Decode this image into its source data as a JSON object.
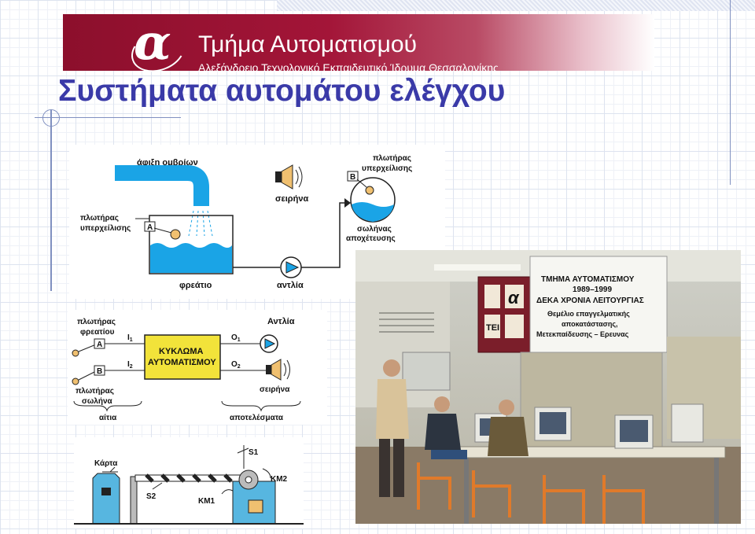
{
  "header": {
    "department": "Τμήμα Αυτοματισμού",
    "institution": "Αλεξάνδρειο Τεχνολογικό Εκπαιδευτικό Ίδρυμα Θεσσαλονίκης",
    "logo_letter": "α"
  },
  "slide": {
    "title": "Συστήματα αυτομάτου ελέγχου"
  },
  "diagram1": {
    "rain_inflow": "άφιξη ομβρίων",
    "siren": "σειρήνα",
    "float_overflow_b_line1": "πλωτήρας",
    "float_overflow_b_line2": "υπερχείλισης",
    "float_overflow_a_line1": "πλωτήρας",
    "float_overflow_a_line2": "υπερχείλισης",
    "drain_pipe_line1": "σωλήνας",
    "drain_pipe_line2": "αποχέτευσης",
    "pump": "αντλία",
    "sump": "φρεάτιο",
    "label_a": "A",
    "label_b": "B"
  },
  "diagram2": {
    "float_sump_line1": "πλωτήρας",
    "float_sump_line2": "φρεατίου",
    "float_pipe_line1": "πλωτήρας",
    "float_pipe_line2": "σωλήνα",
    "box_line1": "ΚΥΚΛΩΜΑ",
    "box_line2": "ΑΥΤΟΜΑΤΙΣΜΟΥ",
    "pump": "Αντλία",
    "siren": "σειρήνα",
    "causes": "αίτια",
    "effects": "αποτελέσματα",
    "label_a": "A",
    "label_b": "B",
    "i1": "I",
    "i1_sub": "1",
    "i2": "I",
    "i2_sub": "2",
    "o1": "O",
    "o1_sub": "1",
    "o2": "O",
    "o2_sub": "2"
  },
  "diagram3": {
    "card": "Κάρτα",
    "s1": "S1",
    "s2": "S2",
    "km1": "KM1",
    "km2": "KM2"
  },
  "photo": {
    "sign_line1": "ΤΜΗΜΑ ΑΥΤΟΜΑΤΙΣΜΟΥ",
    "sign_line2": "1989–1999",
    "sign_line3": "ΔΕΚΑ ΧΡΟΝΙΑ ΛΕΙΤΟΥΡΓΙΑΣ",
    "sign_line4": "Θεμέλιο επαγγελματικής",
    "sign_line5": "αποκατάστασης,",
    "sign_line6": "Μετεκπαίδευσης – Ερευνας",
    "tei_logo_letter": "α",
    "tei_label": "ΤΕΙ"
  },
  "colors": {
    "banner": "#8c0f2c",
    "title": "#3a3aa8",
    "water": "#1aa4e6",
    "control_box": "#f2e33a",
    "gate_body": "#57b6e0"
  }
}
